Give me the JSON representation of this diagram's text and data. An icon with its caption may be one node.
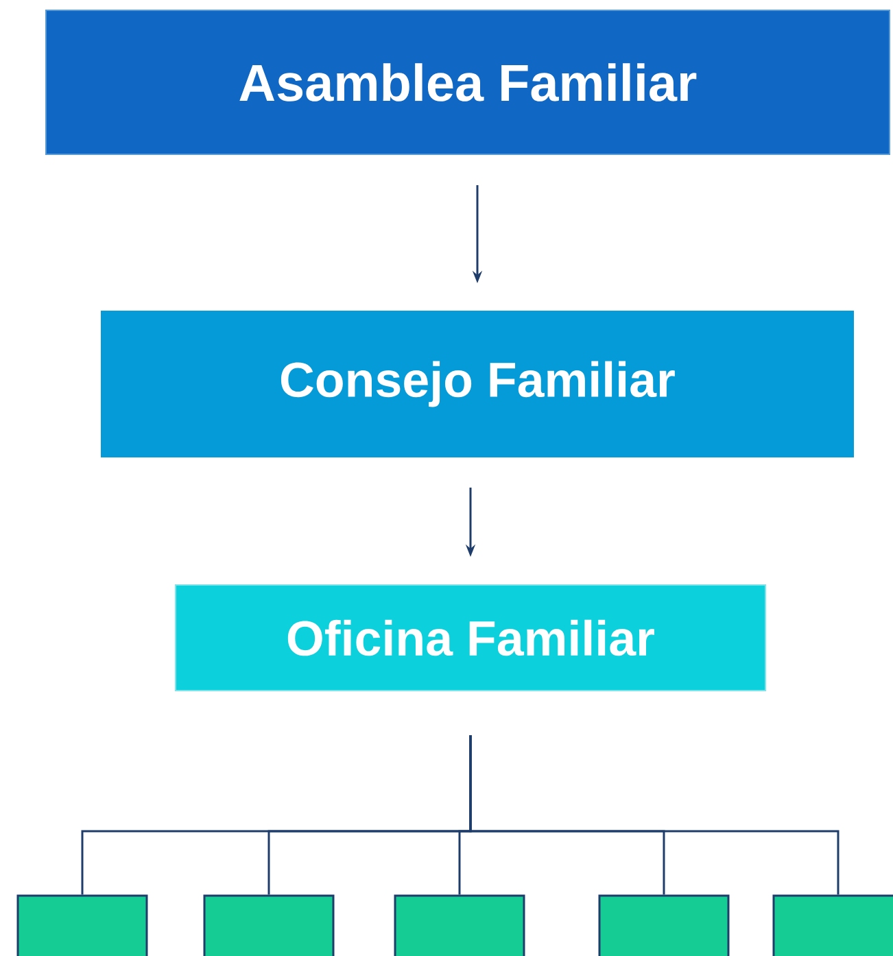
{
  "diagram": {
    "nodes": [
      {
        "text": [
          "Asamblea Familiar"
        ]
      },
      {
        "text": [
          "Consejo Familiar"
        ]
      },
      {
        "text": [
          "Oficina Familiar"
        ]
      },
      {
        "text": [],
        "shape": "box"
      },
      {
        "text": [],
        "shape": "box"
      },
      {
        "text": [],
        "shape": "box"
      },
      {
        "text": [],
        "shape": "box"
      },
      {
        "text": [],
        "shape": "box"
      }
    ],
    "edges": [
      {
        "from": 0,
        "to": 1,
        "arrow": "to"
      },
      {
        "from": 1,
        "to": 2,
        "arrow": "to"
      },
      {
        "from": 2,
        "to": 3,
        "arrow": "none"
      },
      {
        "from": 2,
        "to": 4,
        "arrow": "none"
      },
      {
        "from": 2,
        "to": 5,
        "arrow": "none"
      },
      {
        "from": 2,
        "to": 6,
        "arrow": "none"
      },
      {
        "from": 2,
        "to": 7,
        "arrow": "none"
      }
    ]
  }
}
